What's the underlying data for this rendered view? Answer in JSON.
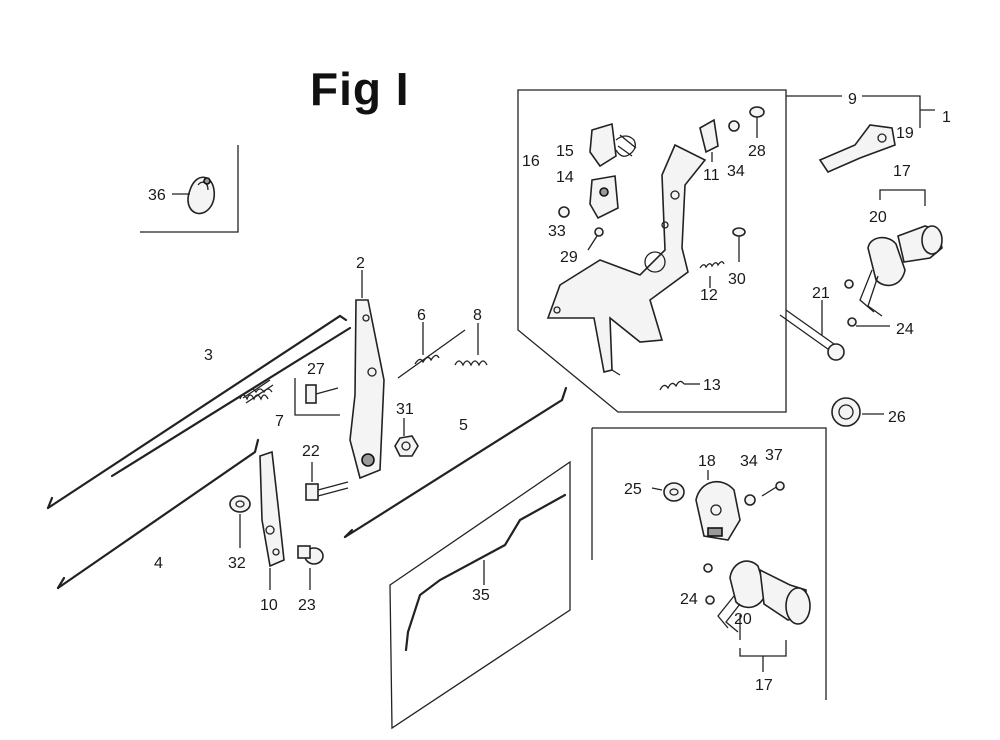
{
  "figure": {
    "title": "Fig I"
  },
  "callouts": {
    "c1": "1",
    "c2": "2",
    "c3": "3",
    "c4": "4",
    "c5": "5",
    "c6": "6",
    "c7": "7",
    "c8": "8",
    "c9": "9",
    "c10": "10",
    "c11": "11",
    "c12": "12",
    "c13": "13",
    "c14": "14",
    "c15": "15",
    "c16": "16",
    "c17a": "17",
    "c17b": "17",
    "c18": "18",
    "c19": "19",
    "c20a": "20",
    "c20b": "20",
    "c21": "21",
    "c22": "22",
    "c23": "23",
    "c24a": "24",
    "c24b": "24",
    "c25": "25",
    "c26": "26",
    "c27": "27",
    "c28": "28",
    "c29": "29",
    "c30": "30",
    "c31": "31",
    "c32": "32",
    "c33": "33",
    "c34a": "34",
    "c34b": "34",
    "c35": "35",
    "c36": "36",
    "c37": "37"
  }
}
